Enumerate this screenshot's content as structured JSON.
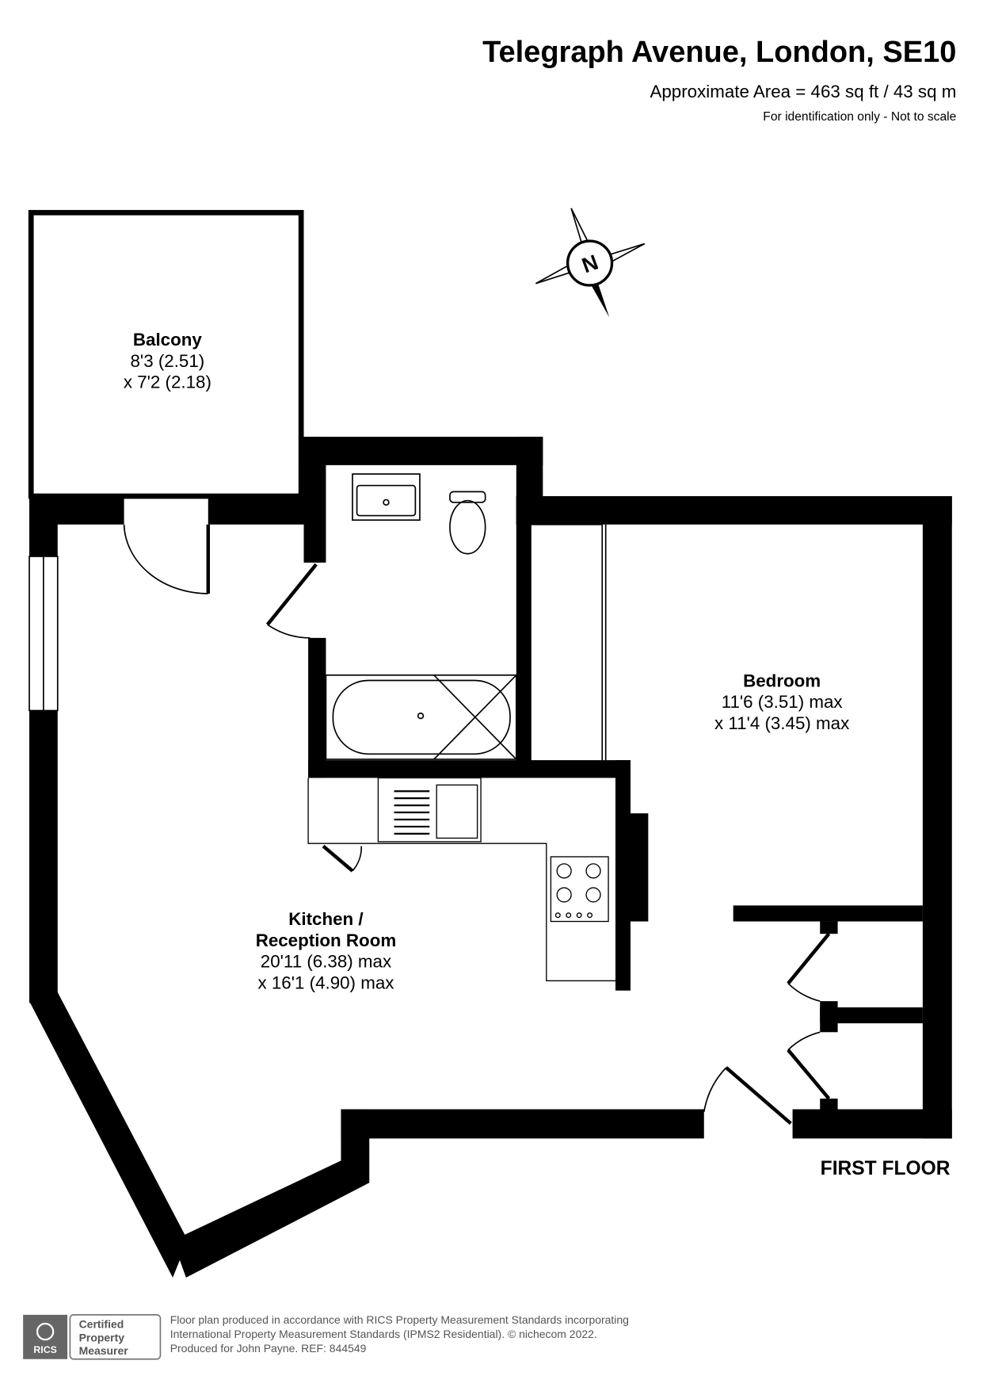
{
  "header": {
    "title": "Telegraph Avenue, London, SE10",
    "area": "Approximate Area = 463 sq ft / 43 sq m",
    "disclaimer": "For identification only - Not to scale"
  },
  "compass": {
    "label": "N"
  },
  "rooms": {
    "balcony": {
      "name": "Balcony",
      "dim1": "8'3 (2.51)",
      "dim2": "x 7'2 (2.18)"
    },
    "bedroom": {
      "name": "Bedroom",
      "dim1": "11'6 (3.51) max",
      "dim2": "x 11'4 (3.45) max"
    },
    "kitchen": {
      "name1": "Kitchen /",
      "name2": "Reception Room",
      "dim1": "20'11 (6.38) max",
      "dim2": "x 16'1 (4.90) max"
    }
  },
  "floor_label": "FIRST FLOOR",
  "footer": {
    "badge_logo": "RICS",
    "badge_line1": "Certified",
    "badge_line2": "Property",
    "badge_line3": "Measurer",
    "line1": "Floor plan produced in accordance with RICS Property Measurement Standards incorporating",
    "line2": "International Property Measurement Standards (IPMS2 Residential).   © nichecom 2022.",
    "line3": "Produced for John Payne.   REF:  844549"
  }
}
